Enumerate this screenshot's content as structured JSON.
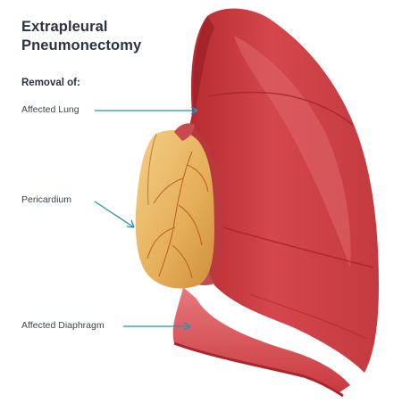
{
  "title_line1": "Extrapleural",
  "title_line2": "Pneumonectomy",
  "subtitle": "Removal of:",
  "labels": {
    "lung": "Affected Lung",
    "pericardium": "Pericardium",
    "diaphragm": "Affected Diaphragm"
  },
  "colors": {
    "lung": "#c9393e",
    "lung_dark": "#9e2227",
    "pericardium": "#e7b55f",
    "diaphragm": "#d8545a",
    "arrow": "#2a8fb8",
    "text": "#2a3441"
  }
}
